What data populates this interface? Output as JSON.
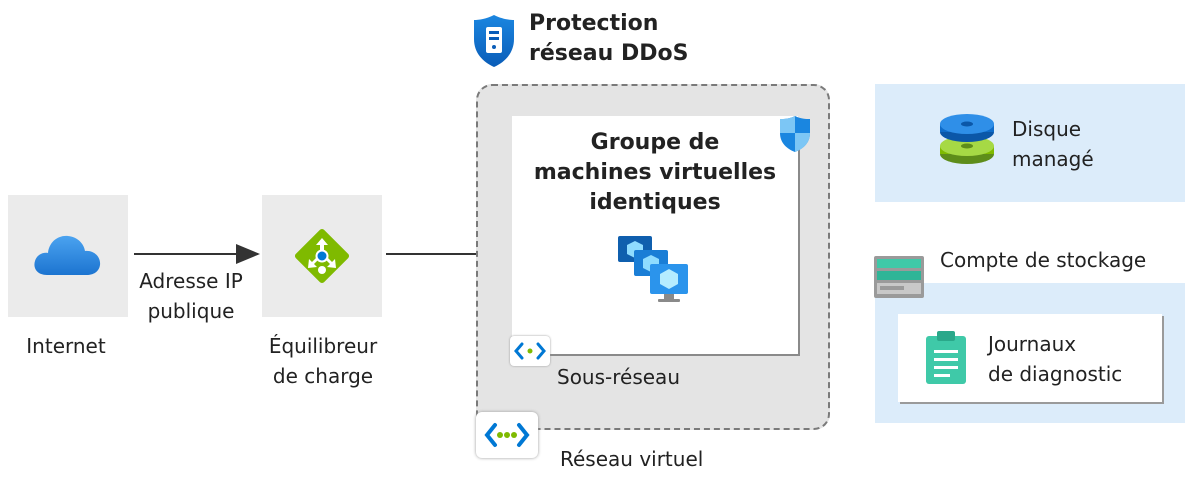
{
  "ddos": {
    "line1": "Protection",
    "line2": "réseau DDoS"
  },
  "internet": {
    "label": "Internet"
  },
  "public_ip": {
    "line1": "Adresse IP",
    "line2": "publique"
  },
  "load_balancer": {
    "line1": "Équilibreur",
    "line2": "de charge"
  },
  "vmss": {
    "line1": "Groupe de",
    "line2": "machines virtuelles",
    "line3": "identiques"
  },
  "subnet": {
    "label": "Sous-réseau"
  },
  "vnet": {
    "label": "Réseau virtuel"
  },
  "managed_disk": {
    "line1": "Disque",
    "line2": "managé"
  },
  "storage_account": {
    "label": "Compte de stockage"
  },
  "diagnostic_logs": {
    "line1": "Journaux",
    "line2": "de diagnostic"
  },
  "colors": {
    "azure_blue": "#0078d4",
    "panel_blue": "#dcecfa",
    "lb_green": "#7fba00",
    "teal": "#3fc9a8",
    "grey_box": "#ebebeb"
  },
  "icons": [
    "cloud-icon",
    "load-balancer-icon",
    "ddos-shield-icon",
    "security-shield-icon",
    "vm-stack-icon",
    "subnet-icon",
    "vnet-icon",
    "managed-disk-icon",
    "storage-account-icon",
    "clipboard-icon"
  ]
}
